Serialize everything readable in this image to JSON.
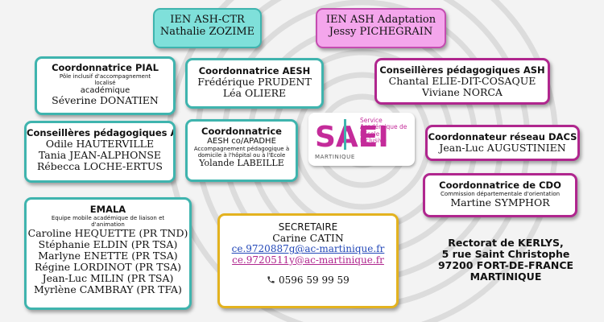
{
  "ien_ctr": {
    "title": "IEN ASH-CTR",
    "name": "Nathalie ZOZIME"
  },
  "ien_adapt": {
    "title": "IEN ASH Adaptation",
    "name": "Jessy PICHEGRAIN"
  },
  "pial": {
    "title": "Coordonnatrice PIAL",
    "sub1": "Pôle inclusif d'accompagnement",
    "sub2": "localisé",
    "sub3": "académique",
    "name": "Séverine DONATIEN"
  },
  "aesh": {
    "title": "Coordonnatrice AESH",
    "name1": "Frédérique PRUDENT",
    "name2": "Léa OLIERE"
  },
  "cp_ash_right": {
    "title": "Conseillères pédagogiques ASH",
    "name1": "Chantal ELIE-DIT-COSAQUE",
    "name2": "Viviane NORCA"
  },
  "cp_ash_left": {
    "title": "Conseillères pédagogiques ASH",
    "name1": "Odile HAUTERVILLE",
    "name2": "Tania JEAN-ALPHONSE",
    "name3": "Rébecca LOCHE-ERTUS"
  },
  "apadhe": {
    "title": "Coordonnatrice",
    "subtitle": "AESH co/APADHE",
    "desc": "Accompagnement pédagogique à domicile à l'hôpital ou à l'École",
    "name": "Yolande LABEILLE"
  },
  "logo": {
    "mark": "SAEI",
    "line1": "Service",
    "line2": "Académique de",
    "line3": "l'École",
    "line4": "Inclusive",
    "region": "MARTINIQUE"
  },
  "dacs": {
    "title": "Coordonnateur réseau DACS",
    "name": "Jean-Luc AUGUSTINIEN"
  },
  "cdo": {
    "title": "Coordonnatrice de CDO",
    "desc": "Commission départementale d'orientation",
    "name": "Martine SYMPHOR"
  },
  "emala": {
    "title": "EMALA",
    "desc": "Equipe mobile académique de liaison et d'animation",
    "members": [
      "Caroline HEQUETTE (PR TND)",
      "Stéphanie ELDIN (PR TSA)",
      "Marlyne ENETTE (PR TSA)",
      "Régine LORDINOT (PR TSA)",
      "Jean-Luc MILIN (PR TSA)",
      "Myrlène CAMBRAY (PR TFA)"
    ]
  },
  "secretaire": {
    "title": "SECRETAIRE",
    "name": "Carine CATIN",
    "email1": "ce.9720887g@ac-martinique.fr",
    "email2": "ce.9720511y@ac-martinique.fr",
    "phone": "0596 59 99 59"
  },
  "rectorat": {
    "line1": "Rectorat de KERLYS,",
    "line2": "5 rue Saint Christophe",
    "line3": "97200 FORT-DE-FRANCE",
    "line4": "MARTINIQUE"
  },
  "colors": {
    "teal": "#3fb4ae",
    "magenta": "#b0268e",
    "gold": "#e3b21f",
    "title_teal": "#7fe0da",
    "title_pink": "#f4a6ec"
  }
}
